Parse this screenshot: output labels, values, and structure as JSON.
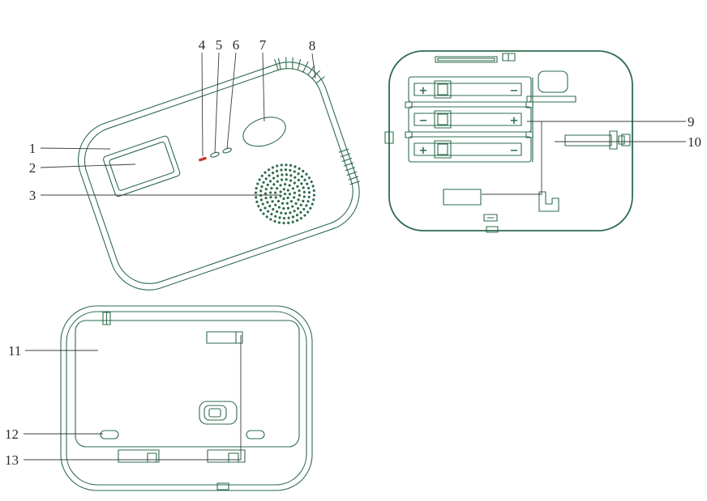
{
  "colors": {
    "ink": "#2e6b4e",
    "leader": "#3c3c3c",
    "label_text": "#2b2b2b",
    "led_red": "#c0392b",
    "background": "#ffffff"
  },
  "callouts": [
    {
      "label": "1"
    },
    {
      "label": "2"
    },
    {
      "label": "3"
    },
    {
      "label": "4"
    },
    {
      "label": "5"
    },
    {
      "label": "6"
    },
    {
      "label": "7"
    },
    {
      "label": "8"
    },
    {
      "label": "9"
    },
    {
      "label": "10"
    },
    {
      "label": "11"
    },
    {
      "label": "12"
    },
    {
      "label": "13"
    }
  ],
  "battery": {
    "rows": [
      {
        "left": "+",
        "right": "−"
      },
      {
        "left": "−",
        "right": "+"
      },
      {
        "left": "+",
        "right": "−"
      }
    ]
  }
}
